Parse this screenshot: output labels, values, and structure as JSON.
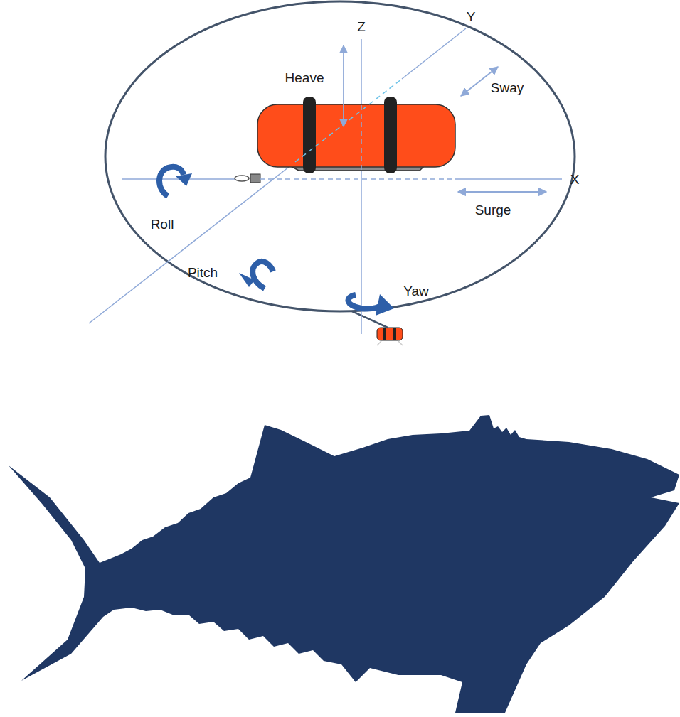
{
  "diagram": {
    "labels": [
      "Z",
      "Y",
      "Heave",
      "Sway",
      "X",
      "Surge",
      "Roll",
      "Pitch",
      "Yaw"
    ]
  }
}
